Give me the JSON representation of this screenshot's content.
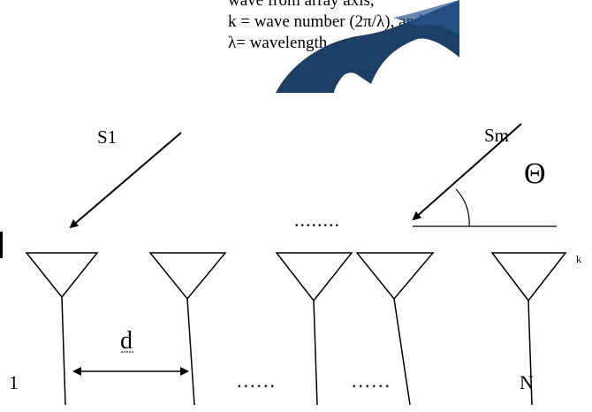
{
  "text_block": {
    "line_1": "wave from array axis,",
    "line_2": "k = wave number (2π/λ), and",
    "line_3": "λ= wavelength."
  },
  "diagram": {
    "signal_first_label": "S1",
    "signal_last_label": "Sm",
    "angle_label": "Θ",
    "spacing_label": "d",
    "element_first_label": "1",
    "element_last_label": "N",
    "ellipsis_upper": "........",
    "ellipsis_lower_1": "......",
    "ellipsis_lower_2": "......"
  },
  "colors": {
    "ink": "#000000",
    "swoosh": "#1d3f66"
  }
}
